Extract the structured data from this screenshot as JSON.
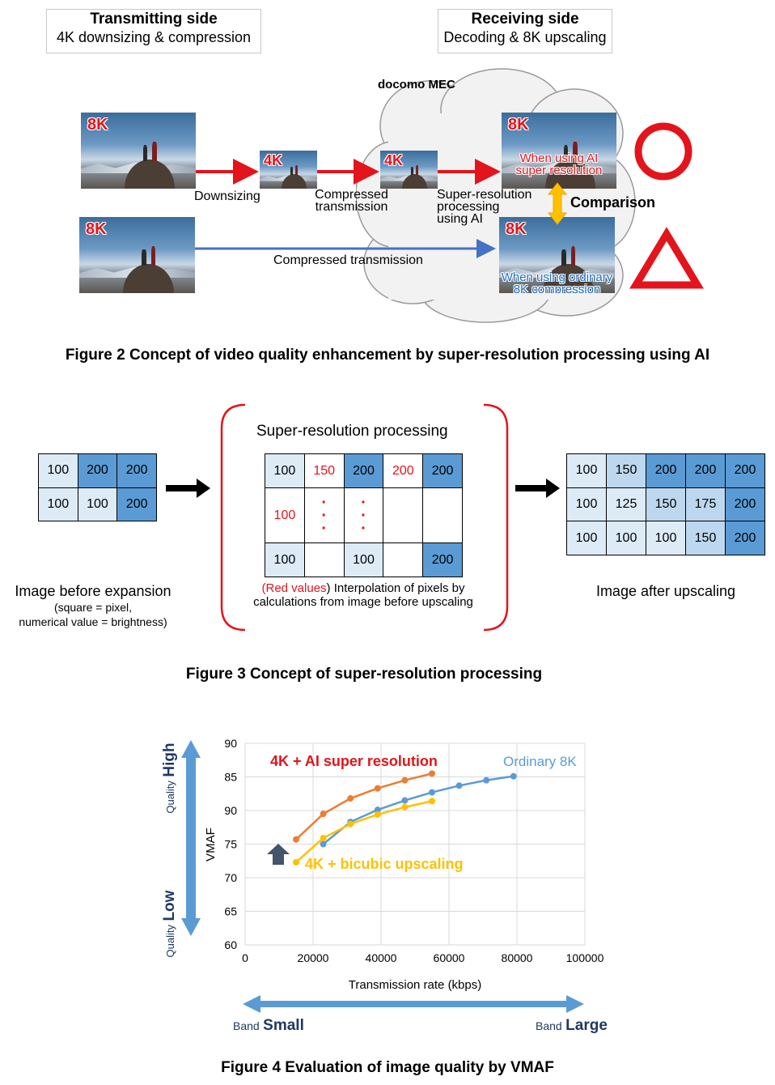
{
  "fig2": {
    "tx_title": "Transmitting side",
    "tx_sub": "4K downsizing & compression",
    "rx_title": "Receiving side",
    "rx_sub": "Decoding & 8K upscaling",
    "cloud_label": "docomo MEC",
    "badge_8k": "8K",
    "badge_4k": "4K",
    "downsizing": "Downsizing",
    "compressed_tx": "Compressed transmission",
    "super_res": "Super-resolution processing using AI",
    "compressed_tx_bottom": "Compressed transmission",
    "ai_caption": "When using AI super resolution",
    "ordinary_caption": "When using ordinary 8K compression",
    "comparison": "Comparison",
    "caption": "Figure 2  Concept of video quality enhancement by super-resolution processing using AI"
  },
  "fig3": {
    "sr_title": "Super-resolution processing",
    "before_grid": [
      [
        "100",
        "200",
        "200"
      ],
      [
        "100",
        "100",
        "200"
      ]
    ],
    "middle_grid": [
      [
        "100",
        "150",
        "200",
        "200",
        "200"
      ],
      [
        "100",
        "",
        "",
        "",
        ""
      ],
      [
        "100",
        "",
        "100",
        "",
        "200"
      ]
    ],
    "after_grid": [
      [
        "100",
        "150",
        "200",
        "200",
        "200"
      ],
      [
        "100",
        "125",
        "150",
        "175",
        "200"
      ],
      [
        "100",
        "100",
        "100",
        "150",
        "200"
      ]
    ],
    "before_label": "Image before expansion",
    "before_note1": "(square = pixel,",
    "before_note2": "numerical value = brightness)",
    "red_values": "Red values",
    "interp_text1": "Interpolation of pixels by",
    "interp_text2": "calculations from image before upscaling",
    "after_label": "Image after upscaling",
    "dots": "·",
    "paren_open": "(",
    "paren_close": ")",
    "caption": "Figure 3  Concept of super-resolution processing"
  },
  "fig4": {
    "quality": "Quality",
    "high": "High",
    "low": "Low",
    "band": "Band",
    "small": "Small",
    "large": "Large",
    "caption": "Figure 4  Evaluation of image quality by VMAF"
  },
  "chart_data": {
    "type": "line",
    "xlabel": "Transmission rate (kbps)",
    "ylabel": "VMAF",
    "xlim": [
      0,
      100000
    ],
    "ylim": [
      60,
      90
    ],
    "x_ticks": [
      "0",
      "20000",
      "40000",
      "60000",
      "80000",
      "100000"
    ],
    "y_ticks": [
      "60",
      "65",
      "70",
      "75",
      "90",
      "85",
      "90"
    ],
    "grid": true,
    "series": [
      {
        "name": "4K + AI super resolution",
        "color": "#ed7d31",
        "x": [
          15000,
          23000,
          31000,
          39000,
          47000,
          55000
        ],
        "y": [
          75.7,
          79.5,
          81.8,
          83.3,
          84.5,
          85.5
        ]
      },
      {
        "name": "Ordinary 8K",
        "color": "#5b9bd5",
        "x": [
          23000,
          31000,
          39000,
          47000,
          55000,
          63000,
          71000,
          79000
        ],
        "y": [
          75.0,
          78.3,
          80.1,
          81.5,
          82.7,
          83.7,
          84.5,
          85.1
        ]
      },
      {
        "name": "4K + bicubic upscaling",
        "color": "#ffc000",
        "x": [
          15000,
          23000,
          31000,
          39000,
          47000,
          55000
        ],
        "y": [
          72.3,
          75.9,
          78.0,
          79.4,
          80.5,
          81.4
        ]
      }
    ]
  }
}
